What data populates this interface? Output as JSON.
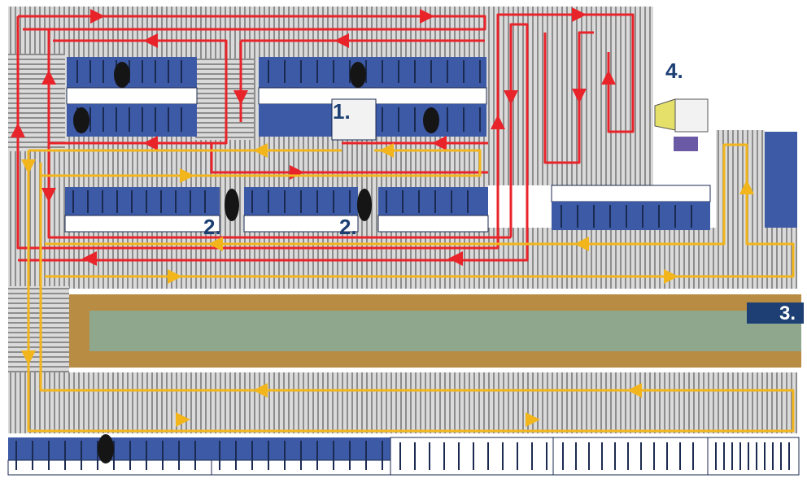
{
  "labels": {
    "one": "1.",
    "two_left": "2.",
    "two_right": "2.",
    "three": "3.",
    "four": "4."
  },
  "colors": {
    "background": "#ffffff",
    "barn_floor": "#d7d7d7",
    "slat": "#8a8a8a",
    "pen_blue": "#3c5aa6",
    "pen_rail": "#1b2a50",
    "feed_table_wood": "#b88c42",
    "feed_table_center": "#8fa88d",
    "red_route": "#e8242a",
    "yellow_route": "#f2b51c",
    "label_text": "#1d3f73",
    "robot_yellow": "#e4e06a",
    "robot_purple": "#6a5aa6"
  },
  "legend_markers": [
    "cow-silhouette-icon",
    "calf-pen-icon",
    "feed-robot-icon"
  ]
}
